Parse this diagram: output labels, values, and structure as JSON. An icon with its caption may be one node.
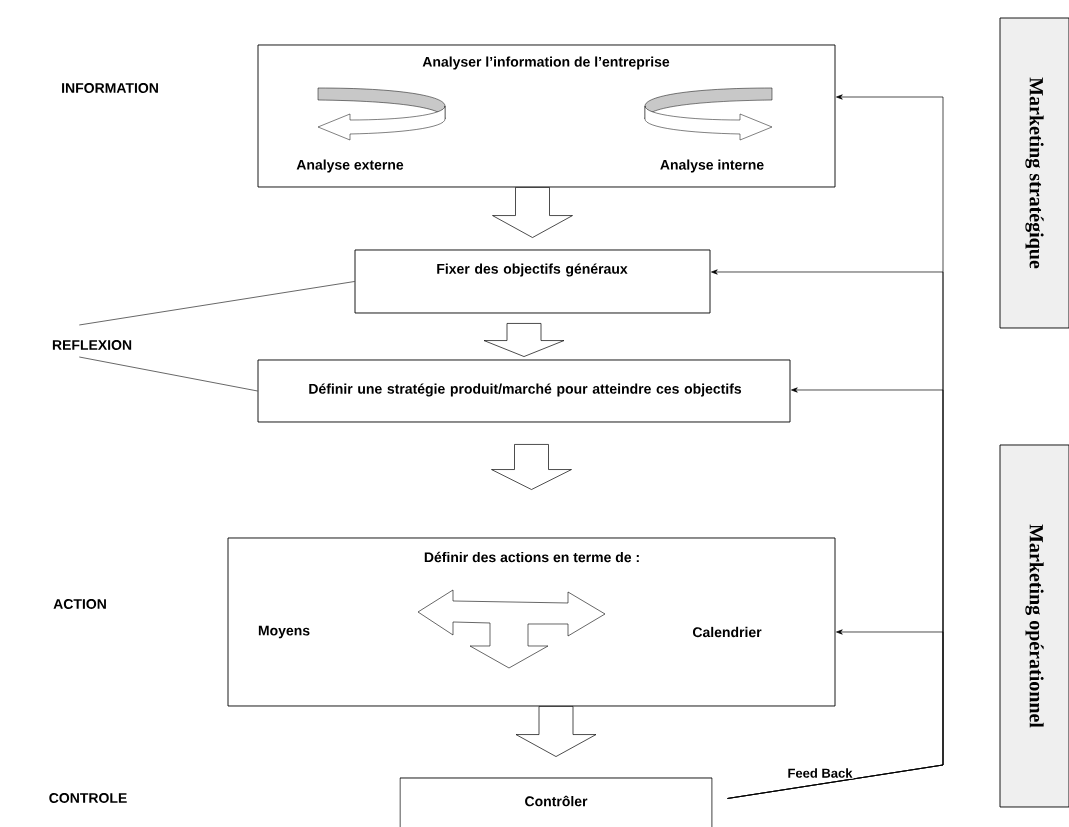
{
  "diagram": {
    "nodes": [
      {
        "text": [
          "Analyser l’information de l’entreprise",
          "Analyse externe",
          "Analyse interne"
        ]
      },
      {
        "text": [
          "Fixer des objectifs généraux"
        ]
      },
      {
        "text": [
          "Définir une stratégie produit/marché pour atteindre ces objectifs"
        ]
      },
      {
        "text": [
          "Définir des actions en terme de :",
          "Moyens",
          "Calendrier"
        ]
      },
      {
        "text": [
          "Contrôler"
        ]
      },
      {
        "text": [
          "REFLEXION"
        ]
      },
      {
        "text": [
          "Marketing stratégique"
        ]
      },
      {
        "text": [
          "Marketing opérationnel"
        ]
      }
    ],
    "edges": [
      {
        "from": 0,
        "to": 1,
        "arrow": "to"
      },
      {
        "from": 1,
        "to": 2,
        "arrow": "to"
      },
      {
        "from": 2,
        "to": 3,
        "arrow": "to"
      },
      {
        "from": 3,
        "to": 4,
        "arrow": "to"
      },
      {
        "from": 5,
        "to": 1,
        "arrow": "none"
      },
      {
        "from": 5,
        "to": 2,
        "arrow": "none"
      },
      {
        "from": 4,
        "to": 0,
        "arrow": "to",
        "label": "Feed Back"
      },
      {
        "from": 4,
        "to": 1,
        "arrow": "to"
      },
      {
        "from": 4,
        "to": 2,
        "arrow": "to"
      },
      {
        "from": 4,
        "to": 3,
        "arrow": "to"
      }
    ],
    "labels": [
      "INFORMATION",
      "ACTION",
      "CONTROLE"
    ]
  }
}
